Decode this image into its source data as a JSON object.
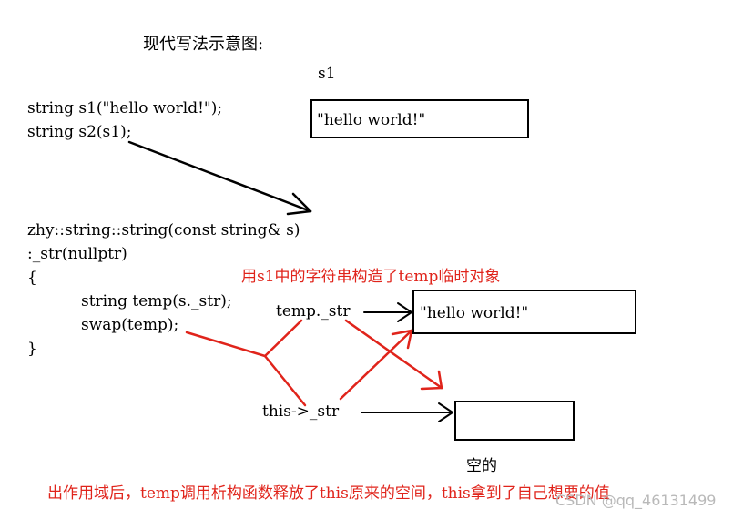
{
  "title": "现代写法示意图:",
  "s1_label": "s1",
  "code_top": [
    "string s1(\"hello world!\");",
    "string s2(s1);"
  ],
  "code_func": [
    "zhy::string::string(const string& s)",
    ":_str(nullptr)",
    "{",
    "string temp(s._str);",
    "swap(temp);",
    "}"
  ],
  "box_s1_text": "\"hello world!\"",
  "box_temp_text": "\"hello world!\"",
  "annotation_top": "用s1中的字符串构造了temp临时对象",
  "temp_str_label": "temp._str",
  "this_str_label": "this->_str",
  "empty_label": "空的",
  "annotation_bottom": "出作用域后，temp调用析构函数释放了this原来的空间，this拿到了自己想要的值",
  "watermark": "CSDN @qq_46131499"
}
